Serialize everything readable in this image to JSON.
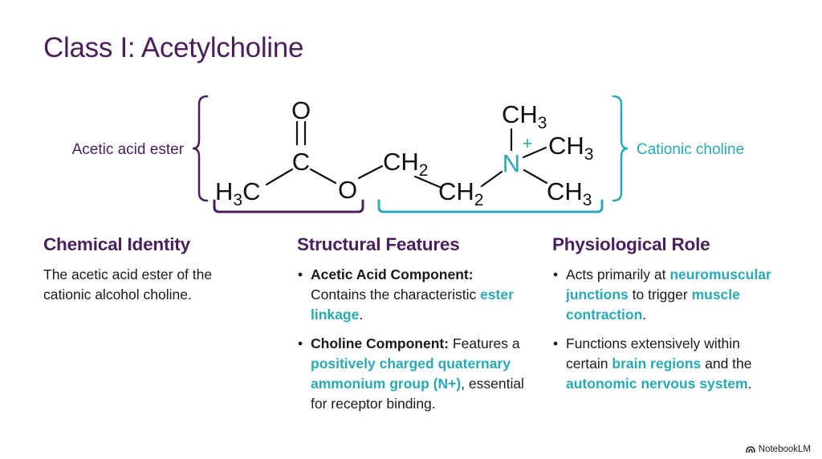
{
  "title": "Class I: Acetylcholine",
  "diagram": {
    "left_label": "Acetic acid ester",
    "right_label": "Cationic choline",
    "atoms": {
      "o_top": "O",
      "c_carbonyl": "C",
      "h3c_main": "H",
      "h3c_sub": "3",
      "h3c_c": "C",
      "o_ester": "O",
      "ch2a_main": "CH",
      "ch2a_sub": "2",
      "ch2b_main": "CH",
      "ch2b_sub": "2",
      "n": "N",
      "plus": "+",
      "ch3_top_main": "CH",
      "ch3_top_sub": "3",
      "ch3_right_main": "CH",
      "ch3_right_sub": "3",
      "ch3_bottom_main": "CH",
      "ch3_bottom_sub": "3"
    }
  },
  "columns": {
    "identity": {
      "heading": "Chemical Identity",
      "text": "The acetic acid ester of the cationic alcohol choline."
    },
    "structure": {
      "heading": "Structural Features",
      "b1_bold": "Acetic Acid Component:",
      "b1_text": " Contains the characteristic ",
      "b1_hl": "ester linkage",
      "b1_end": ".",
      "b2_bold": "Choline Component:",
      "b2_text": " Features a ",
      "b2_hl": "positively charged quaternary ammonium group (N+)",
      "b2_end": ", essential for receptor binding."
    },
    "role": {
      "heading": "Physiological Role",
      "b1_text": "Acts primarily at ",
      "b1_hl1": "neuromuscular junctions",
      "b1_mid": " to trigger ",
      "b1_hl2": "muscle contraction",
      "b1_end": ".",
      "b2_text": "Functions extensively within certain ",
      "b2_hl1": "brain regions",
      "b2_mid": " and the ",
      "b2_hl2": "autonomic nervous system",
      "b2_end": "."
    }
  },
  "branding": {
    "label": "NotebookLM",
    "icon": "notebooklm-logo-icon"
  },
  "colors": {
    "purple": "#4a1f5c",
    "teal": "#28a9b5",
    "text": "#1a1a1a"
  }
}
